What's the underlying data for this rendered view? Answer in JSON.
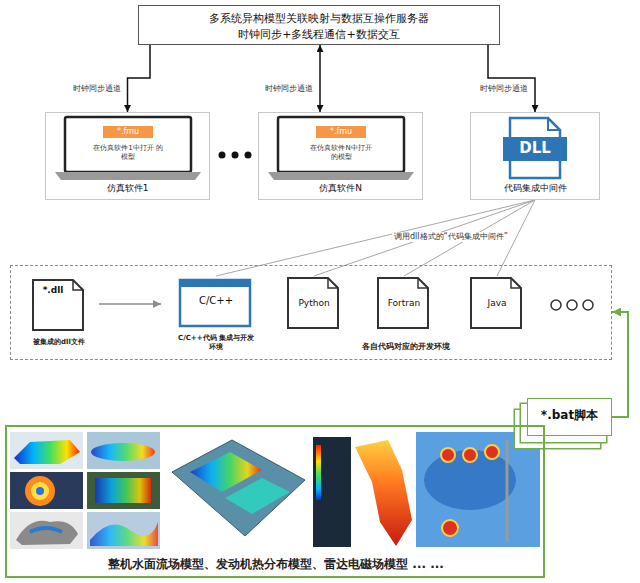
{
  "diagram": {
    "nodes": [
      {
        "text": [
          "多系统异构模型关联映射与数据互操作服务器",
          "时钟同步+多线程通信+数据交互"
        ]
      },
      {
        "text": [
          "*.fmu",
          "在仿真软件1中打开 的模型",
          "仿真软件1"
        ]
      },
      {
        "text": [
          "*.fmu",
          "在仿真软件N中打开 的模型",
          "仿真软件N"
        ]
      },
      {
        "text": [
          "DLL",
          "代码集成中间件"
        ]
      },
      {
        "text": [
          "各自代码对应的开发环境"
        ]
      },
      {
        "text": [
          "*.dll",
          "被集成的dll文件"
        ],
        "in": 4
      },
      {
        "text": [
          "C/C++",
          "C/C++代码 集成与开发环境"
        ],
        "in": 4
      },
      {
        "text": [
          "Python"
        ],
        "in": 4
      },
      {
        "text": [
          "Fortran"
        ],
        "in": 4
      },
      {
        "text": [
          "Java"
        ],
        "in": 4
      },
      {
        "text": [
          "*.bat脚本"
        ]
      },
      {
        "text": [
          "整机水面流场模型、发动机热分布模型、雷达电磁场模型 ... ..."
        ]
      }
    ],
    "edges": [
      {
        "from": 0,
        "to": 1,
        "arrow": "to",
        "label": "时钟同步通道"
      },
      {
        "from": 0,
        "to": 2,
        "arrow": "both",
        "label": "时钟同步通道"
      },
      {
        "from": 0,
        "to": 3,
        "arrow": "to",
        "label": "时钟同步通道"
      },
      {
        "from": 3,
        "to": 6,
        "arrow": "none"
      },
      {
        "from": 3,
        "to": 7,
        "arrow": "none"
      },
      {
        "from": 3,
        "to": 8,
        "arrow": "none"
      },
      {
        "from": 3,
        "to": 9,
        "arrow": "none"
      },
      {
        "from": 5,
        "to": 6,
        "arrow": "to"
      },
      {
        "from": 10,
        "to": 4,
        "arrow": "to"
      }
    ],
    "labels": [
      "调用dll格式的“代码集成中间件”"
    ]
  }
}
